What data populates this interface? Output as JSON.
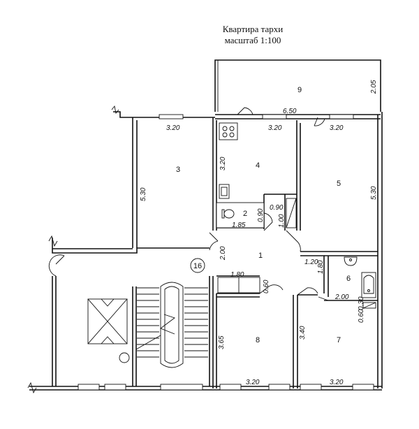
{
  "title": "Квартира тархи",
  "scale": "масштаб 1:100",
  "apartment_number": "16",
  "rooms": {
    "r1": "1",
    "r2": "2",
    "r3": "3",
    "r4": "4",
    "r5": "5",
    "r6": "6",
    "r7": "7",
    "r8": "8",
    "r9": "9"
  },
  "dimensions": {
    "balcony_width": "6.50",
    "balcony_depth": "2.05",
    "room3_width": "3.20",
    "room3_depth": "5.30",
    "room4_width": "3.20",
    "room4_depth": "3.20",
    "room5_width": "3.20",
    "room5_depth": "5.30",
    "wc_width": "1.85",
    "wc_depth": "0.90",
    "closet_width": "0.90",
    "closet_depth": "1.00",
    "hall_depth": "2.00",
    "storage_width": "1.80",
    "storage_depth": "0.60",
    "bath_corner_w": "1.20",
    "bath_corner_h": "1.80",
    "bath_width": "2.00",
    "bath_detail_a": "0.30",
    "bath_detail_b": "0.60",
    "room8_depth": "3.65",
    "room8_width": "3.20",
    "room7_depth": "3.40",
    "room7_width": "3.20"
  }
}
